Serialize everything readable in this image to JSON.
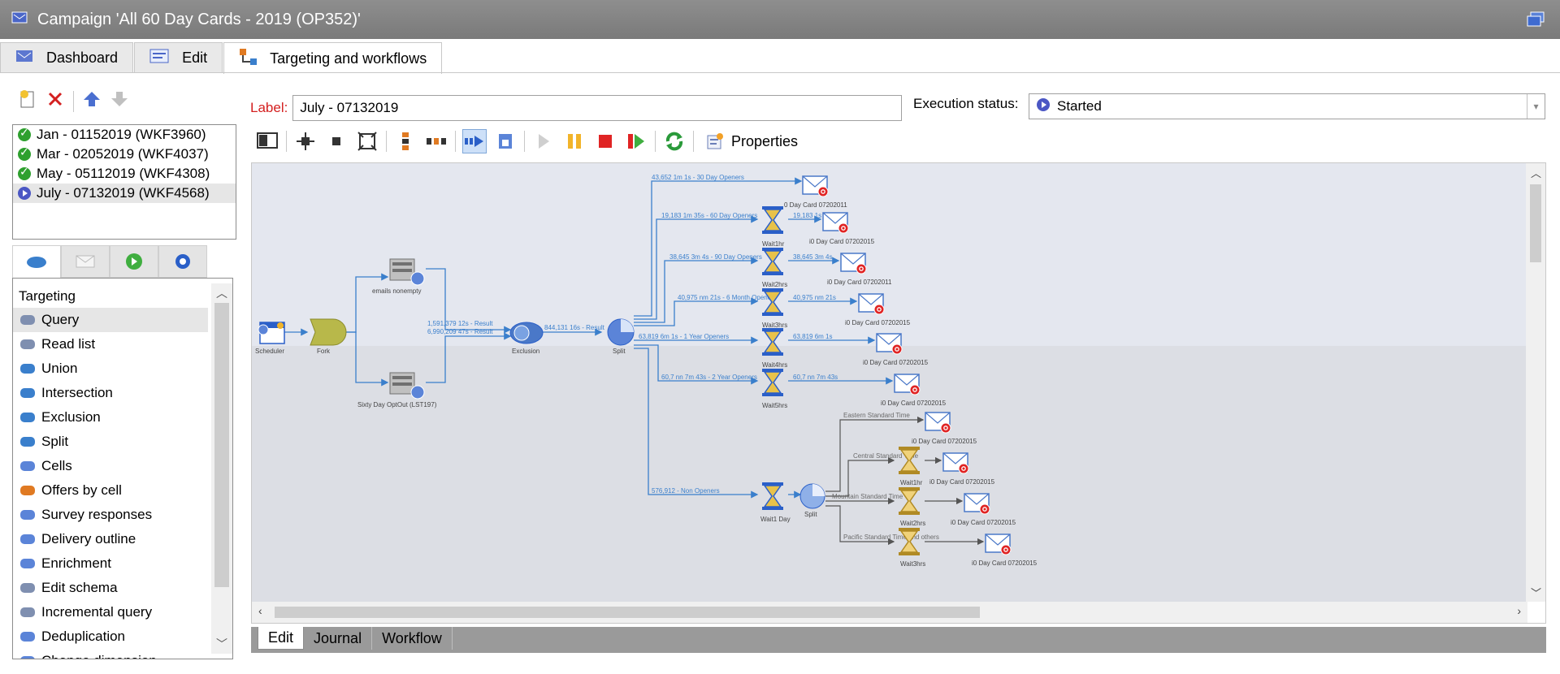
{
  "window": {
    "title": "Campaign 'All 60 Day Cards - 2019 (OP352)'"
  },
  "tabs": [
    {
      "label": "Dashboard"
    },
    {
      "label": "Edit"
    },
    {
      "label": "Targeting and workflows"
    }
  ],
  "workflows": [
    {
      "label": "Jan - 01152019 (WKF3960)",
      "status": "finished"
    },
    {
      "label": "Mar - 02052019 (WKF4037)",
      "status": "finished"
    },
    {
      "label": "May - 05112019 (WKF4308)",
      "status": "finished"
    },
    {
      "label": "July - 07132019 (WKF4568)",
      "status": "started"
    }
  ],
  "palette": {
    "header": "Targeting",
    "items": [
      "Query",
      "Read list",
      "Union",
      "Intersection",
      "Exclusion",
      "Split",
      "Cells",
      "Offers by cell",
      "Survey responses",
      "Delivery outline",
      "Enrichment",
      "Edit schema",
      "Incremental query",
      "Deduplication",
      "Change dimension"
    ]
  },
  "detail": {
    "label_caption": "Label:",
    "label_value": "July - 07132019",
    "exec_caption": "Execution status:",
    "exec_value": "Started",
    "properties": "Properties"
  },
  "workflow_nodes": {
    "scheduler": "Scheduler",
    "fork": "Fork",
    "query_top": "emails nonempty",
    "query_bottom": "Sixty Day OptOut (LST197)",
    "exclusion": "Exclusion",
    "split": "Split",
    "split2": "Split",
    "wait1hr": "Wait1hr",
    "wait2hrs": "Wait2hrs",
    "wait3hrs": "Wait3hrs",
    "wait4hrs": "Wait4hrs",
    "wait5hrs": "Wait5hrs",
    "wait1day": "Wait1 Day",
    "wait1hr_b": "Wait1hr",
    "wait2hrs_b": "Wait2hrs",
    "wait3hrs_b": "Wait3hrs",
    "deliveries": [
      "0 Day Card 07202011",
      "i0 Day Card 07202015",
      "i0 Day Card 07202011",
      "i0 Day Card 07202015",
      "i0 Day Card 07202015",
      "i0 Day Card 07202015",
      "i0 Day Card 07202015",
      "i0 Day Card 07202015",
      "i0 Day Card 07202015",
      "i0 Day Card 07202015"
    ]
  },
  "workflow_edges": {
    "e1": "1,591,379 12s - Result",
    "e2": "6,990,209 47s - Result",
    "e3": "844,131 16s - Result",
    "s1": "43,652 1m 1s - 30 Day Openers",
    "s2": "19,183 1m 35s - 60 Day Openers",
    "s3": "38,645 3m 4s - 90 Day Openers",
    "s4": "40,975 nm 21s - 6 Month Openers",
    "s5": "63,819 6m 1s - 1 Year Openers",
    "s6": "60,7 nn 7m 43s - 2 Year Openers",
    "s7": "576,912 - Non Openers",
    "w2": "19,183 1s",
    "w3": "38,645 3m 4s",
    "w4": "40,975 nm 21s",
    "w5": "63,819 6m 1s",
    "w6": "60,7 nn 7m 43s",
    "t1": "Eastern Standard Time",
    "t2": "Central Standard Time",
    "t3": "Mountain Standard Time",
    "t4": "Pacific Standard Time and others"
  },
  "bottom_tabs": [
    "Edit",
    "Journal",
    "Workflow"
  ]
}
